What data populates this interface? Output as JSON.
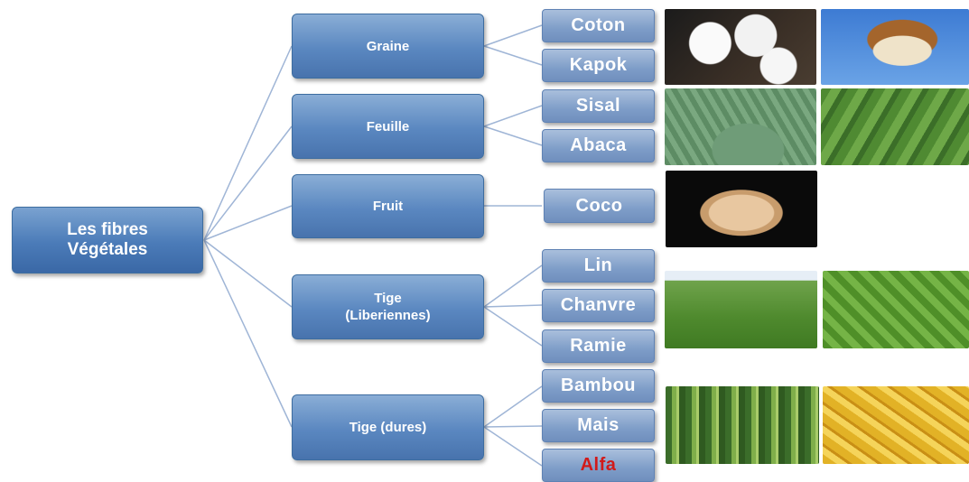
{
  "root": {
    "line1": "Les fibres",
    "line2": "Végétales"
  },
  "categories": [
    {
      "label": "Graine",
      "items": [
        "Coton",
        "Kapok"
      ]
    },
    {
      "label": "Feuille",
      "items": [
        "Sisal",
        "Abaca"
      ]
    },
    {
      "label": "Fruit",
      "items": [
        "Coco"
      ]
    },
    {
      "label_line1": "Tige",
      "label_line2": "(Liberiennes)",
      "items": [
        "Lin",
        "Chanvre",
        "Ramie"
      ]
    },
    {
      "label": "Tige (dures)",
      "items": [
        "Bambou",
        "Mais",
        "Alfa"
      ]
    }
  ],
  "colors": {
    "box": "#5a87c0",
    "leaf": "#7e9dc8",
    "line": "#9fb5d6",
    "highlight_text": "#d11a1a"
  },
  "photos": [
    "cotton-boll",
    "kapok-pod",
    "sisal-plant",
    "abaca-plant",
    "coconut-fiber",
    "flax-field",
    "hemp-leaves",
    "bamboo-stalks",
    "corn-kernels"
  ]
}
